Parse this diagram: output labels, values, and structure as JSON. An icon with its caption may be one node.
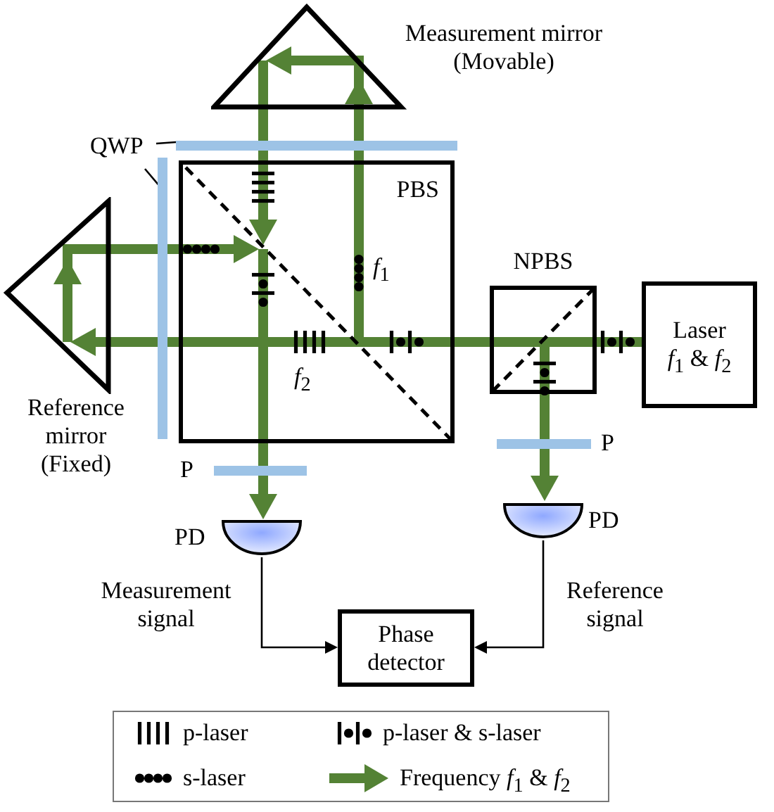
{
  "diagram": {
    "nodes": [
      {
        "text": [
          "Measurement mirror (Movable)"
        ]
      },
      {
        "text": [
          "QWP"
        ]
      },
      {
        "text": [],
        "shape": "bar"
      },
      {
        "text": [],
        "shape": "bar"
      },
      {
        "text": [
          "PBS"
        ]
      },
      {
        "text": [
          "Reference mirror (Fixed)"
        ]
      },
      {
        "text": [
          "NPBS"
        ]
      },
      {
        "text": [
          "Laser *f*$_{1}$ & *f*$_{2}$"
        ]
      },
      {
        "text": [],
        "shape": "bar",
        "beside": [
          "P"
        ]
      },
      {
        "text": [],
        "shape": "bar",
        "beside": [
          "P"
        ]
      },
      {
        "text": [],
        "shape": "dome",
        "beside": [
          "PD"
        ]
      },
      {
        "text": [],
        "shape": "dome",
        "beside": [
          "PD"
        ]
      },
      {
        "text": [
          "Phase detector"
        ]
      }
    ],
    "edges": [
      {
        "from": 7,
        "to": 6,
        "arrow": "none"
      },
      {
        "from": 6,
        "to": 4,
        "arrow": "none"
      },
      {
        "from": 4,
        "to": 5,
        "arrow": "to"
      },
      {
        "from": 5,
        "to": 4,
        "arrow": "to"
      },
      {
        "from": 4,
        "to": 0,
        "arrow": "to"
      },
      {
        "from": 0,
        "to": 4,
        "arrow": "to"
      },
      {
        "from": 4,
        "to": 8,
        "arrow": "none"
      },
      {
        "from": 8,
        "to": 10,
        "arrow": "to"
      },
      {
        "from": 6,
        "to": 9,
        "arrow": "none"
      },
      {
        "from": 9,
        "to": 11,
        "arrow": "to"
      },
      {
        "from": 10,
        "to": 12,
        "arrow": "to",
        "label": "Measurement signal",
        "color": "#000000"
      },
      {
        "from": 11,
        "to": 12,
        "arrow": "to",
        "label": "Reference signal",
        "color": "#000000"
      },
      {
        "from": 1,
        "to": 2,
        "arrow": "none",
        "color": "#000000"
      },
      {
        "from": 1,
        "to": 3,
        "arrow": "none",
        "color": "#000000"
      }
    ],
    "labels": [
      "*f*$_{1}$",
      "*f*$_{2}$"
    ],
    "legend": [
      {
        "text": "p-laser"
      },
      {
        "text": "p-laser & s-laser"
      },
      {
        "text": "s-laser"
      },
      {
        "text": "Frequency *f*$_{1}$ & *f*$_{2}$"
      }
    ]
  }
}
